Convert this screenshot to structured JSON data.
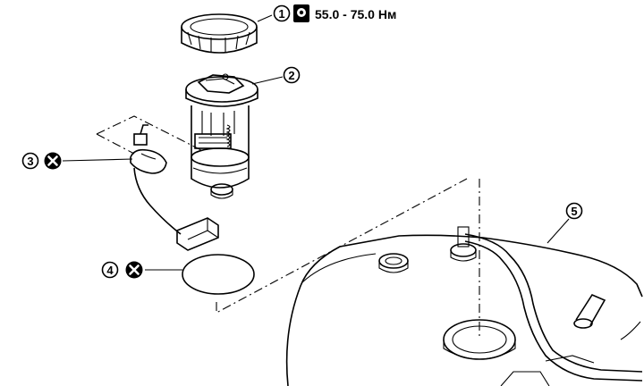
{
  "callouts": [
    {
      "number": "1",
      "marker": "torque-icon",
      "text": "55.0 - 75.0 Нм"
    },
    {
      "number": "2"
    },
    {
      "number": "3",
      "marker": "do-not-reuse-icon"
    },
    {
      "number": "4",
      "marker": "do-not-reuse-icon"
    },
    {
      "number": "5"
    }
  ],
  "colors": {
    "ink": "#000000",
    "paper": "#ffffff"
  }
}
